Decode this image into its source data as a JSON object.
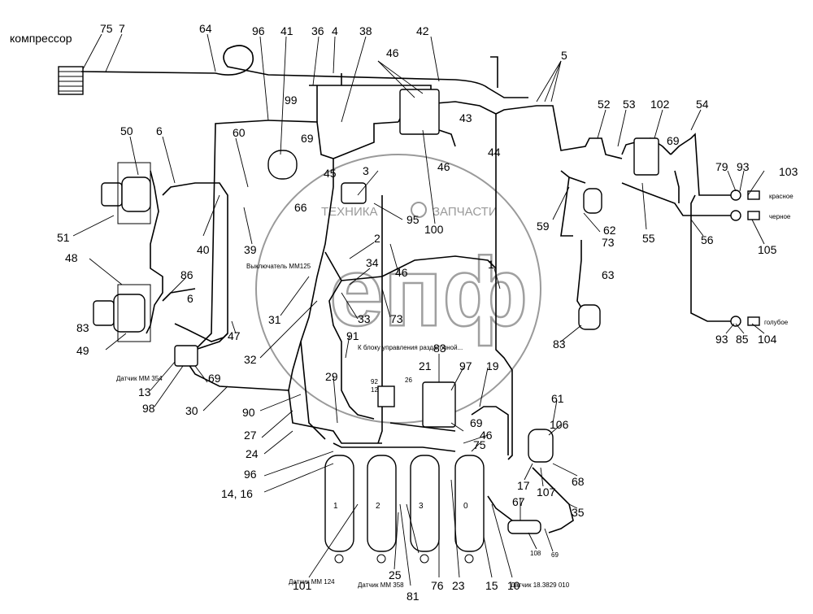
{
  "texts": {
    "compressor": "компрессор",
    "red": "красное",
    "black": "черное",
    "blue": "голубое",
    "watermark_left": "ТЕХНИКА",
    "watermark_right": "ЗАПЧАСТИ",
    "sensor_left": "Датчик ММ 354",
    "switch": "Выключатель ММ125",
    "valve_note": "К блоку управления раздаточной...",
    "sensor_bottom_1": "Датчик ММ 124",
    "sensor_bottom_2": "Датчик ММ 358",
    "sensor_bottom_3": "Датчик 18.3829 010"
  },
  "labels": [
    "75",
    "7",
    "64",
    "96",
    "41",
    "36",
    "4",
    "38",
    "42",
    "5",
    "52",
    "53",
    "102",
    "54",
    "50",
    "6",
    "60",
    "99",
    "69",
    "46",
    "43",
    "44",
    "69",
    "79",
    "93",
    "103",
    "45",
    "3",
    "66",
    "46",
    "59",
    "62",
    "55",
    "56",
    "105",
    "51",
    "40",
    "39",
    "95",
    "100",
    "73",
    "63",
    "48",
    "86",
    "2",
    "34",
    "1",
    "46",
    "83",
    "6",
    "31",
    "33",
    "73",
    "83",
    "93",
    "85",
    "104",
    "49",
    "47",
    "32",
    "91",
    "13",
    "98",
    "69",
    "30",
    "83",
    "97",
    "19",
    "61",
    "92",
    "21",
    "26",
    "29",
    "12",
    "90",
    "27",
    "24",
    "96",
    "14, 16",
    "69",
    "46",
    "75",
    "106",
    "17",
    "107",
    "68",
    "67",
    "35",
    "108",
    "69",
    "101",
    "25",
    "81",
    "76",
    "23",
    "15",
    "10"
  ],
  "tanks": [
    "1",
    "2",
    "3",
    "0"
  ],
  "colors": {
    "line": "#000000",
    "watermark": "#9a9a9a"
  }
}
